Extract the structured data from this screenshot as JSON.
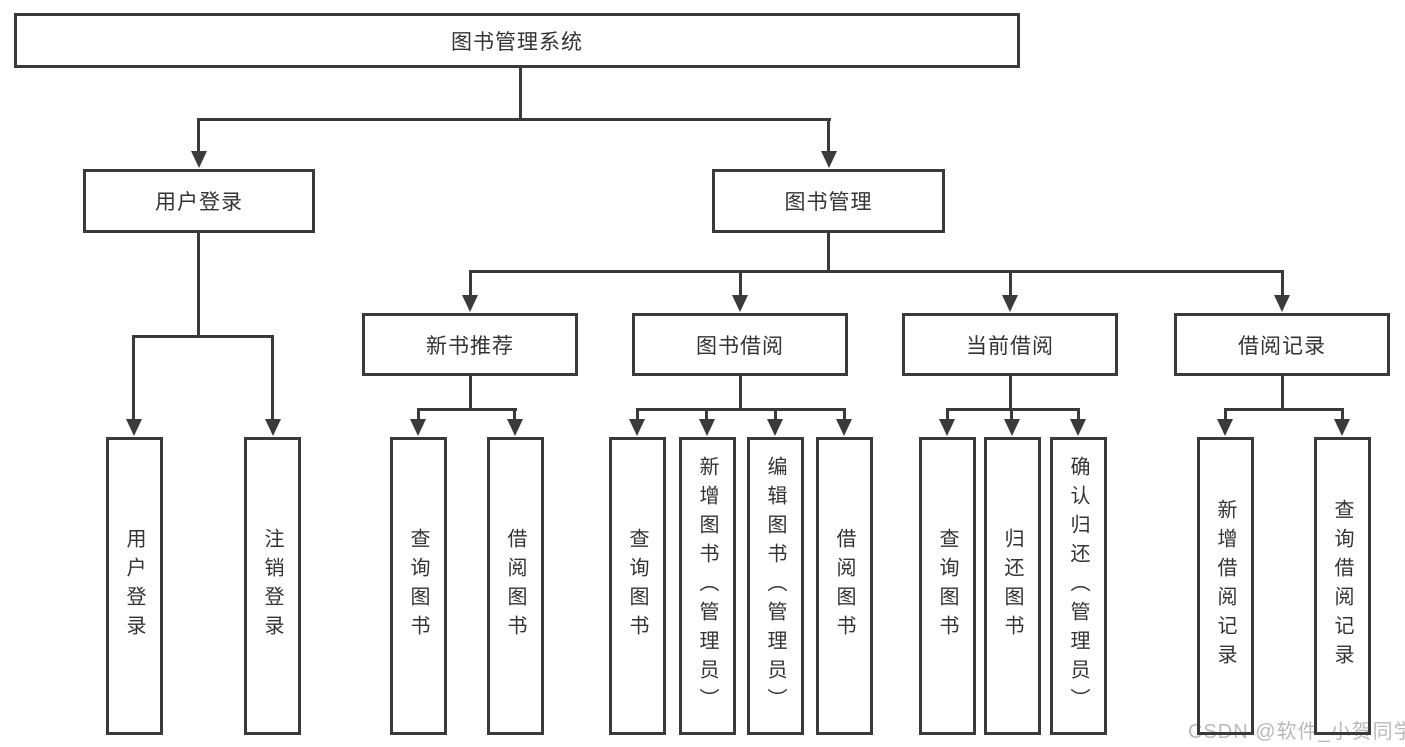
{
  "colors": {
    "line": "#3a3a3a",
    "text": "#333333",
    "watermark": "#b9b9b9",
    "background": "#ffffff"
  },
  "root": {
    "label": "图书管理系统"
  },
  "user_branch": {
    "label": "用户登录",
    "children": [
      {
        "label": "用户登录"
      },
      {
        "label": "注销登录"
      }
    ]
  },
  "book_branch": {
    "label": "图书管理",
    "sections": [
      {
        "label": "新书推荐",
        "children": [
          {
            "label": "查询图书"
          },
          {
            "label": "借阅图书"
          }
        ]
      },
      {
        "label": "图书借阅",
        "children": [
          {
            "label": "查询图书"
          },
          {
            "label": "新增图书（管理员）"
          },
          {
            "label": "编辑图书（管理员）"
          },
          {
            "label": "借阅图书"
          }
        ]
      },
      {
        "label": "当前借阅",
        "children": [
          {
            "label": "查询图书"
          },
          {
            "label": "归还图书"
          },
          {
            "label": "确认归还（管理员）"
          }
        ]
      },
      {
        "label": "借阅记录",
        "children": [
          {
            "label": "新增借阅记录"
          },
          {
            "label": "查询借阅记录"
          }
        ]
      }
    ]
  },
  "watermark": {
    "text": "CSDN @软件_小贺同学"
  }
}
